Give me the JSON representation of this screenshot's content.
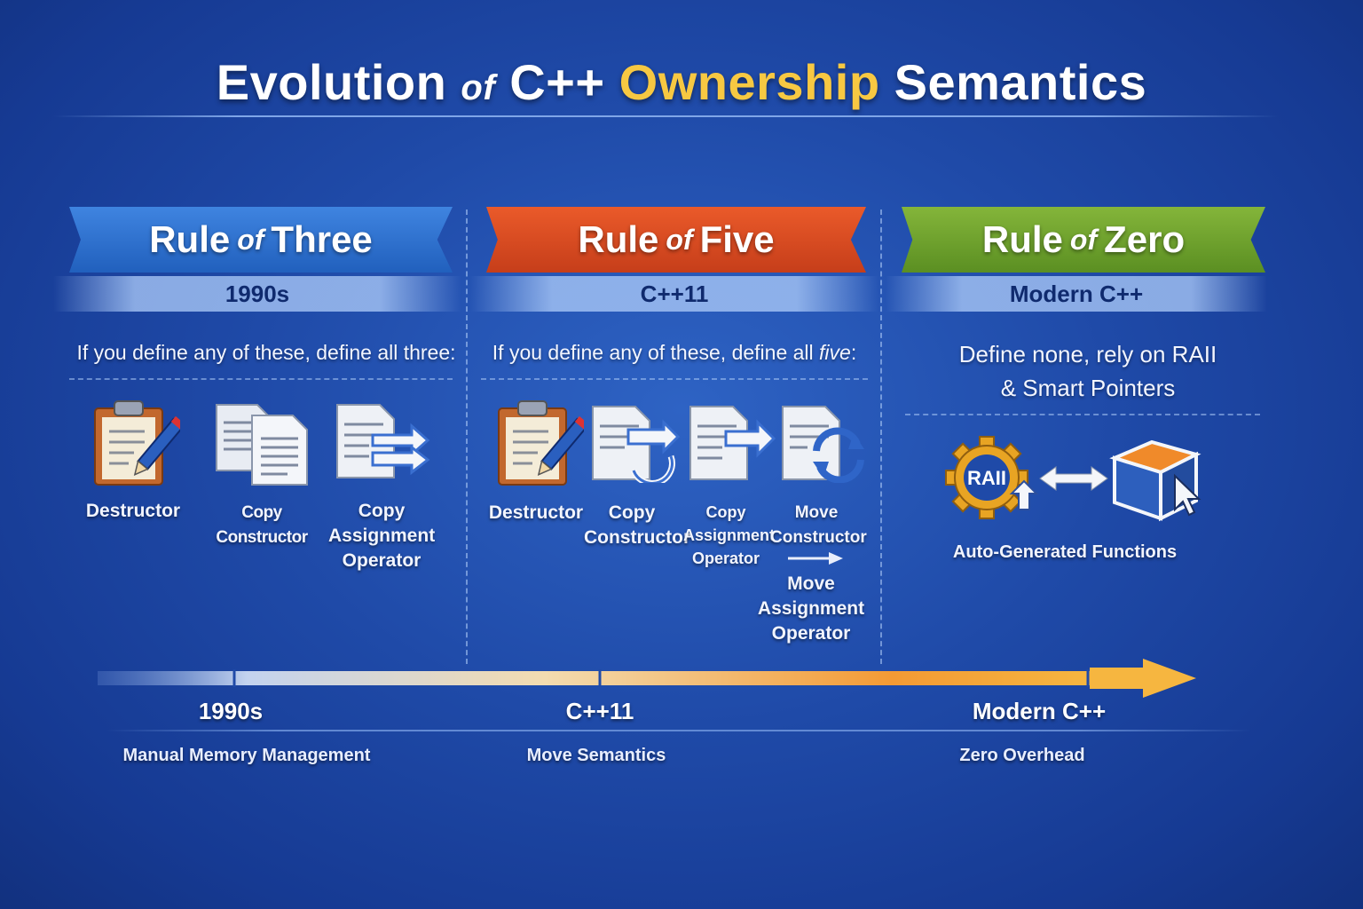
{
  "title": {
    "part1": "Evolution",
    "of": "of",
    "part2": "C++",
    "highlight": "Ownership",
    "part3": "Semantics"
  },
  "columns": [
    {
      "banner": {
        "pre": "Rule",
        "of": "of",
        "post": "Three"
      },
      "era": "1990s",
      "rule": "If you define any of these, define all three:",
      "items": [
        "Destructor",
        "Copy Constructor",
        "Copy Assignment Operator"
      ]
    },
    {
      "banner": {
        "pre": "Rule",
        "of": "of",
        "post": "Five"
      },
      "era": "C++11",
      "rule_pre": "If you define any of these, define all ",
      "rule_em": "five",
      "rule_post": ":",
      "items": [
        "Destructor",
        "Copy Constructor",
        "Copy Assignment Operator",
        "Move Constructor",
        "Move Assignment Operator"
      ]
    },
    {
      "banner": {
        "pre": "Rule",
        "of": "of",
        "post": "Zero"
      },
      "era": "Modern C++",
      "rule": "Define none, rely on RAII & Smart Pointers",
      "raii_label": "RAII",
      "caption": "Auto-Generated Functions"
    }
  ],
  "timeline": [
    {
      "label": "1990s",
      "note": "Manual Memory Management"
    },
    {
      "label": "C++11",
      "note": "Move Semantics"
    },
    {
      "label": "Modern C++",
      "note": "Zero Overhead"
    }
  ],
  "colors": {
    "background": "#1f4aa8",
    "three": "#2e74d3",
    "five": "#dd4e22",
    "zero": "#74a832",
    "highlight": "#f7c842",
    "arrow": "#f5a531"
  },
  "icons": [
    "clipboard-pencil-icon",
    "copy-documents-icon",
    "document-arrow-icon",
    "document-cycle-icon",
    "raii-gear-icon",
    "double-arrow-icon",
    "cube-cursor-icon"
  ]
}
